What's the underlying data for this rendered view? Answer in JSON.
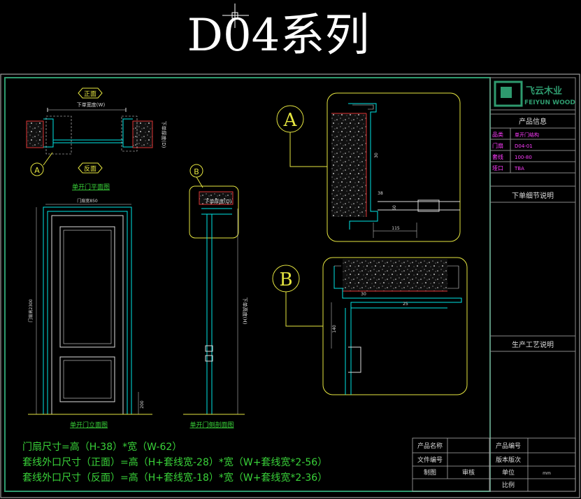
{
  "title": "D04系列",
  "logo": {
    "cn": "飞云木业",
    "en": "FEIYUN WOOD"
  },
  "info_panel": {
    "header": "产品信息",
    "rows": [
      {
        "label": "品类",
        "value": "单开门结构"
      },
      {
        "label": "门扇",
        "value": "D04-01"
      },
      {
        "label": "套线",
        "value": "100-80"
      },
      {
        "label": "垭口",
        "value": "TBA"
      }
    ],
    "section_order_notes": "下单细节说明",
    "section_process_notes": "生产工艺说明"
  },
  "views": {
    "top_label_front": "正面",
    "top_label_back": "反面",
    "top_width_label": "下单宽度(W)",
    "top_depth_label": "下单厚度(D)",
    "plan_title": "单开门平面图",
    "elev_title": "单开门立面图",
    "section_title": "单开门侧剖面图",
    "door_width_dim": "门扇宽850",
    "door_height_dim": "门扇高2300",
    "bottom_gap_dim": "200",
    "order_height_dim": "下单高度(H)",
    "side_top_label": "下单厚度(D)",
    "callout_a": "A",
    "callout_b": "B"
  },
  "detail_a": {
    "dim1": "30",
    "dim2": "115",
    "dim3": "60",
    "dim4": "38"
  },
  "detail_b": {
    "dim1": "30",
    "dim2": "140",
    "dim3": "25"
  },
  "formulas": [
    "门扇尺寸=高（H-38）*宽（W-62）",
    "套线外口尺寸（正面）=高（H+套线宽-28）*宽（W+套线宽*2-56）",
    "套线外口尺寸（反面）=高（H+套线宽-18）*宽（W+套线宽*2-36）"
  ],
  "title_block": {
    "product_name": "产品名称",
    "product_no": "产品编号",
    "file_no": "文件编号",
    "version": "版本版次",
    "drawn": "制图",
    "reviewed": "审核",
    "unit": "单位",
    "unit_value": "mm",
    "scale": "比例"
  },
  "colors": {
    "frame": "#2e9a6e",
    "cyan": "#00e6e6",
    "green": "#39d239",
    "yellow": "#e6e640",
    "magenta": "#ff3cff",
    "white": "#ffffff"
  }
}
